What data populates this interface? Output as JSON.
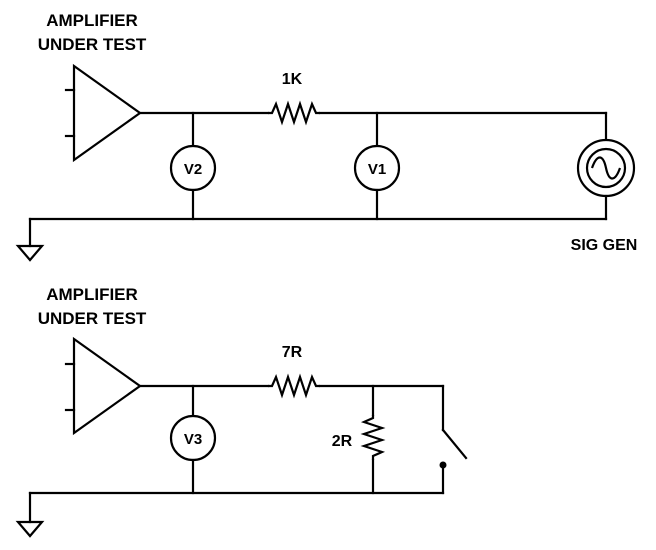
{
  "circuit1": {
    "title_line1": "AMPLIFIER",
    "title_line2": "UNDER TEST",
    "resistor_label": "1K",
    "meter_v2": "V2",
    "meter_v1": "V1",
    "sig_gen_label": "SIG GEN",
    "icons": [
      "amplifier-triangle-icon",
      "resistor-icon",
      "voltmeter-icon",
      "signal-generator-icon",
      "ground-icon"
    ]
  },
  "circuit2": {
    "title_line1": "AMPLIFIER",
    "title_line2": "UNDER TEST",
    "series_resistor_label": "7R",
    "shunt_resistor_label": "2R",
    "meter_v3": "V3",
    "icons": [
      "amplifier-triangle-icon",
      "resistor-icon",
      "voltmeter-icon",
      "switch-icon",
      "ground-icon"
    ]
  }
}
